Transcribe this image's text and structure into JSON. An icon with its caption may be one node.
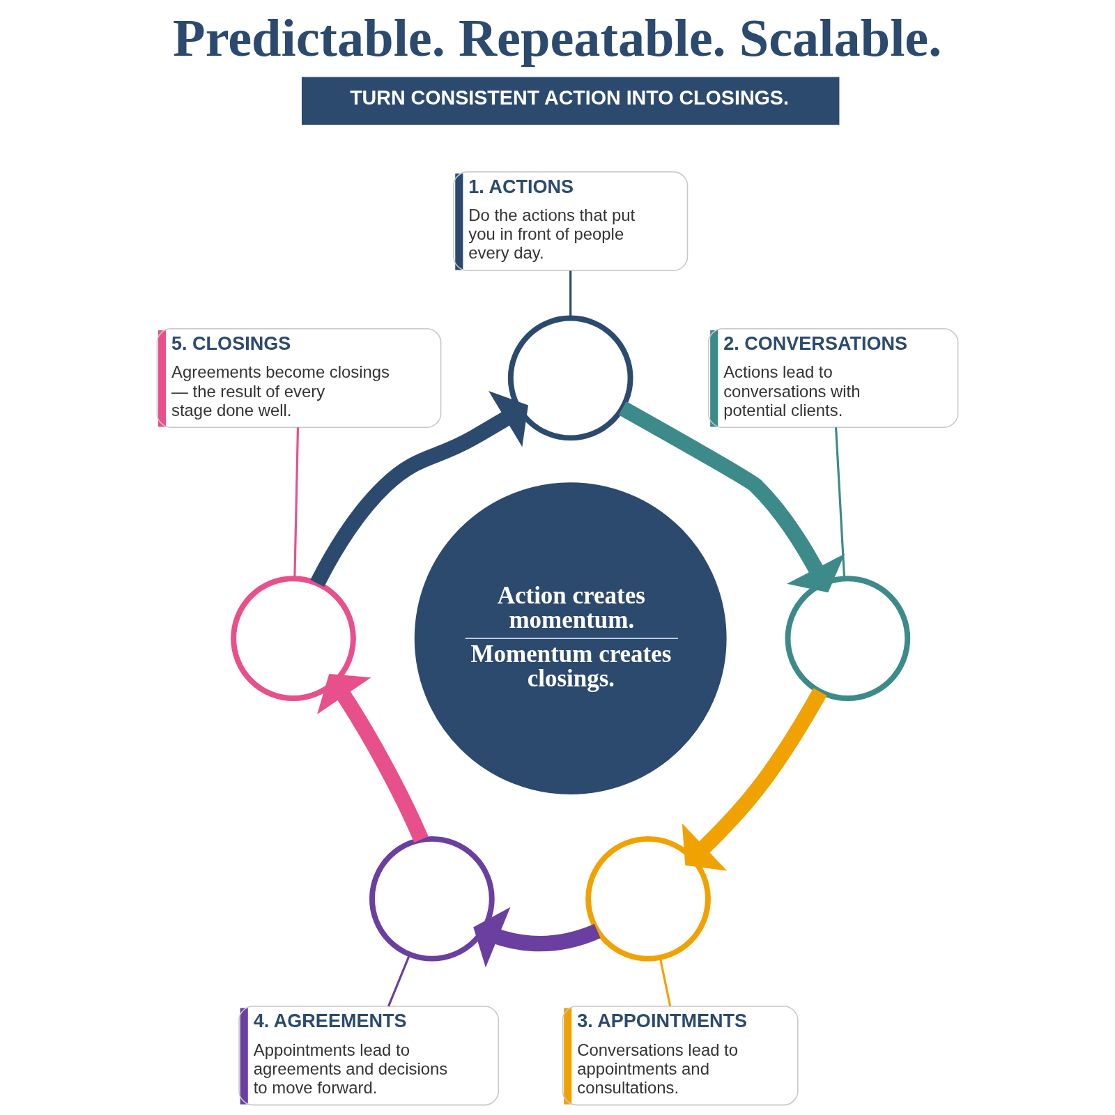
{
  "diagram": {
    "title": "Predictable. Repeatable. Scalable.",
    "nodes": [
      {
        "text": [
          "TURN CONSISTENT ACTION INTO CLOSINGS."
        ]
      },
      {
        "text": [
          "1. ACTIONS",
          "Do the actions that put you in front of people every day."
        ]
      },
      {
        "text": [],
        "shape": "circle"
      },
      {
        "text": [
          "5. CLOSINGS",
          "Agreements become closings — the result of every stage done well."
        ]
      },
      {
        "text": [
          "2. CONVERSATIONS",
          "Actions lead to conversations with potential clients."
        ]
      },
      {
        "text": [
          "Action creates momentum.",
          "Momentum creates closings."
        ]
      },
      {
        "text": [],
        "shape": "circle"
      },
      {
        "text": [],
        "shape": "circle"
      },
      {
        "text": [],
        "shape": "circle"
      },
      {
        "text": [],
        "shape": "circle"
      },
      {
        "text": [
          "4. AGREEMENTS",
          "Appointments lead to agreements and decisions to move forward."
        ]
      },
      {
        "text": [
          "3. APPOINTMENTS",
          "Conversations lead to appointments and consultations."
        ]
      }
    ],
    "edges": [
      {
        "from": 2,
        "to": 7,
        "arrow": "to",
        "style": "thick",
        "color": "#3d8a8a"
      },
      {
        "from": 7,
        "to": 9,
        "arrow": "to",
        "style": "thick",
        "color": "#f0a202"
      },
      {
        "from": 9,
        "to": 8,
        "arrow": "to",
        "style": "thick",
        "color": "#6a3fa0"
      },
      {
        "from": 8,
        "to": 6,
        "arrow": "to",
        "style": "thick",
        "color": "#e8508b"
      },
      {
        "from": 6,
        "to": 2,
        "arrow": "to",
        "style": "thick",
        "color": "#2c4a6e"
      },
      {
        "from": 1,
        "to": 2,
        "arrow": "none",
        "color": "#2c4a6e"
      },
      {
        "from": 4,
        "to": 7,
        "arrow": "none",
        "color": "#3d8a8a"
      },
      {
        "from": 11,
        "to": 9,
        "arrow": "none",
        "color": "#f0a202"
      },
      {
        "from": 10,
        "to": 8,
        "arrow": "none",
        "color": "#6a3fa0"
      },
      {
        "from": 3,
        "to": 6,
        "arrow": "none",
        "color": "#e8508b"
      }
    ]
  }
}
